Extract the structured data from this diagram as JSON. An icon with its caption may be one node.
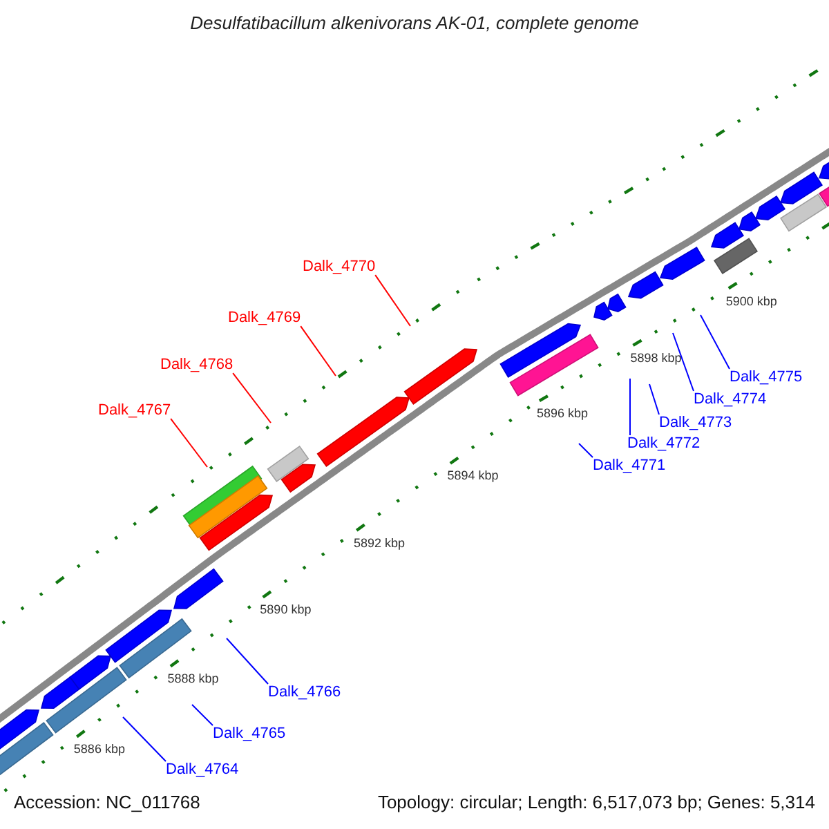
{
  "diagram": {
    "title": "Desulfatibacillum alkenivorans AK-01, complete genome",
    "nodes": [
      {
        "text": [
          "Dalk_4764"
        ]
      },
      {
        "text": [
          "Dalk_4765"
        ]
      },
      {
        "text": [
          "Dalk_4766"
        ]
      },
      {
        "text": [
          "Dalk_4767"
        ]
      },
      {
        "text": [
          "Dalk_4768"
        ]
      },
      {
        "text": [
          "Dalk_4769"
        ]
      },
      {
        "text": [
          "Dalk_4770"
        ]
      },
      {
        "text": [
          "Dalk_4771"
        ]
      },
      {
        "text": [
          "Dalk_4772"
        ]
      },
      {
        "text": [
          "Dalk_4773"
        ]
      },
      {
        "text": [
          "Dalk_4774"
        ]
      },
      {
        "text": [
          "Dalk_4775"
        ]
      }
    ],
    "edges": [
      {
        "from": 0,
        "to": null,
        "arrow": "none"
      },
      {
        "from": 1,
        "to": null,
        "arrow": "none"
      },
      {
        "from": 2,
        "to": null,
        "arrow": "none"
      },
      {
        "from": 3,
        "to": null,
        "arrow": "none",
        "color": "#ff0000"
      },
      {
        "from": 4,
        "to": null,
        "arrow": "none",
        "color": "#ff0000"
      },
      {
        "from": 5,
        "to": null,
        "arrow": "none",
        "color": "#ff0000"
      },
      {
        "from": 6,
        "to": null,
        "arrow": "none",
        "color": "#ff0000"
      },
      {
        "from": 7,
        "to": null,
        "arrow": "none"
      },
      {
        "from": 8,
        "to": null,
        "arrow": "none"
      },
      {
        "from": 9,
        "to": null,
        "arrow": "none"
      },
      {
        "from": 10,
        "to": null,
        "arrow": "none"
      },
      {
        "from": 11,
        "to": null,
        "arrow": "none"
      }
    ],
    "labels": [
      "5886 kbp",
      "5888 kbp",
      "5890 kbp",
      "5892 kbp",
      "5894 kbp",
      "5896 kbp",
      "5898 kbp",
      "5900 kbp",
      "Accession: NC_011768",
      "Topology: circular; Length: 6,517,073 bp; Genes: 5,314"
    ]
  }
}
